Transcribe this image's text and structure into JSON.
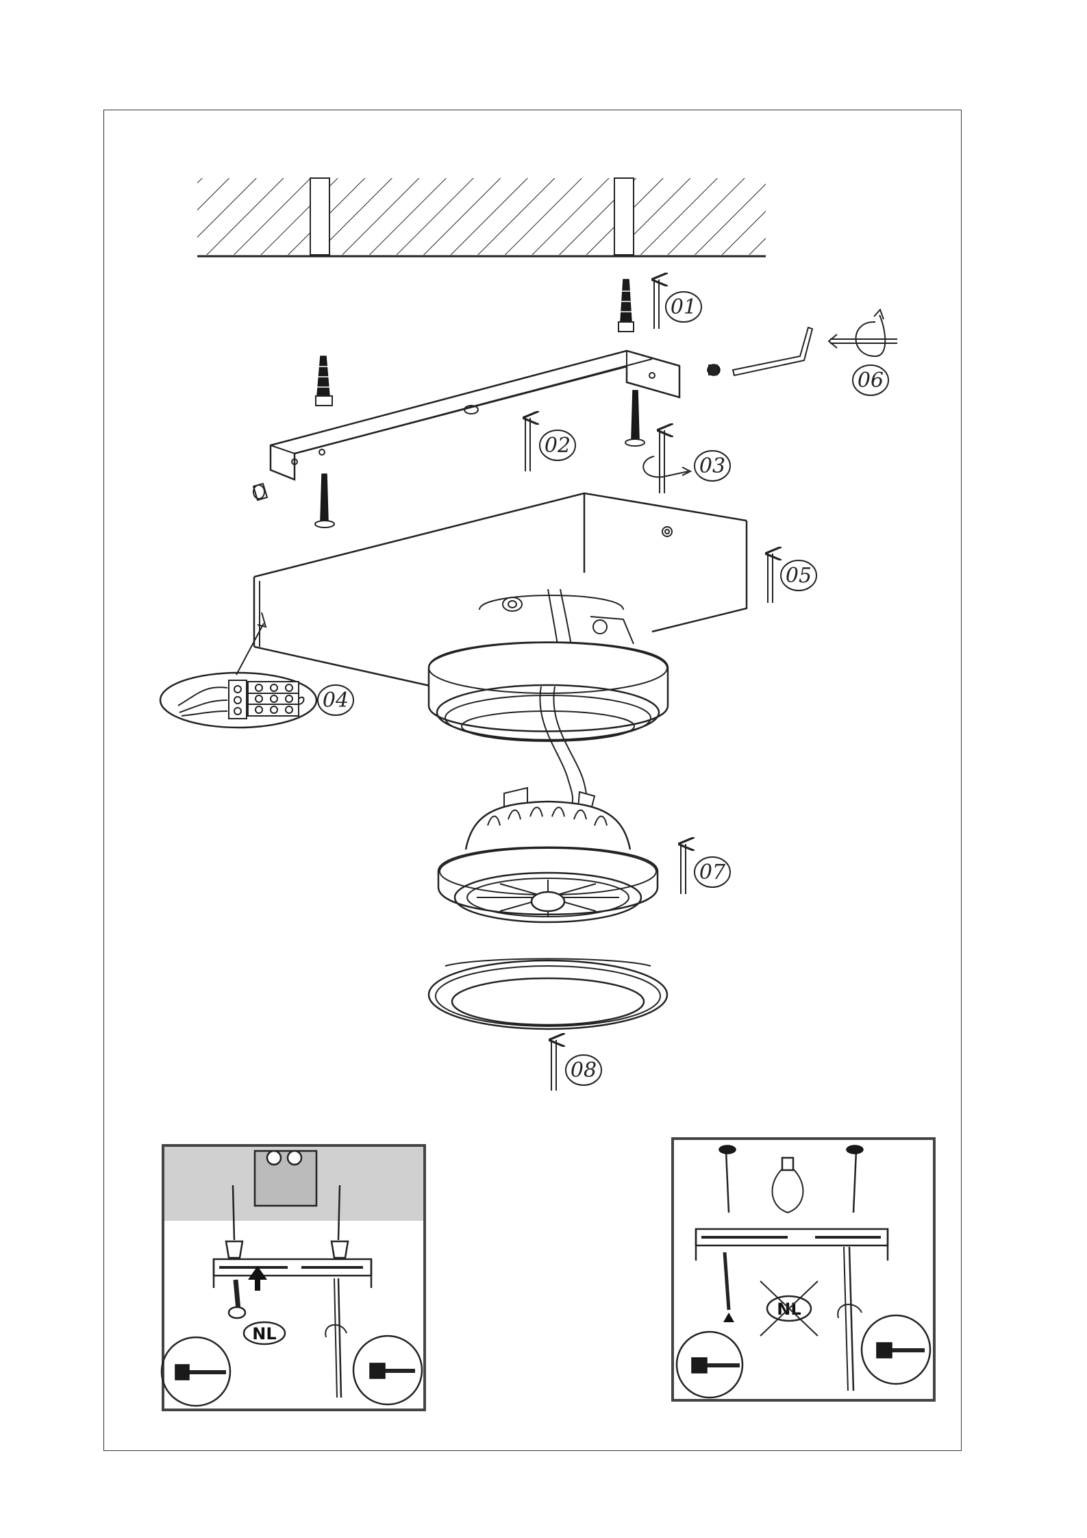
{
  "steps": [
    "01",
    "02",
    "03",
    "04",
    "05",
    "06",
    "07",
    "08"
  ],
  "insets": {
    "left_badge": "NL",
    "right_badge": "NL"
  },
  "colors": {
    "line": "#222222",
    "frame": "#333333",
    "photo_gray": "#d0d0d0"
  },
  "icons": [
    "screw-icon",
    "wall-plug-icon",
    "allen-key-icon",
    "arrow-up-icon",
    "rotate-arrow-icon",
    "terminal-block-icon"
  ]
}
